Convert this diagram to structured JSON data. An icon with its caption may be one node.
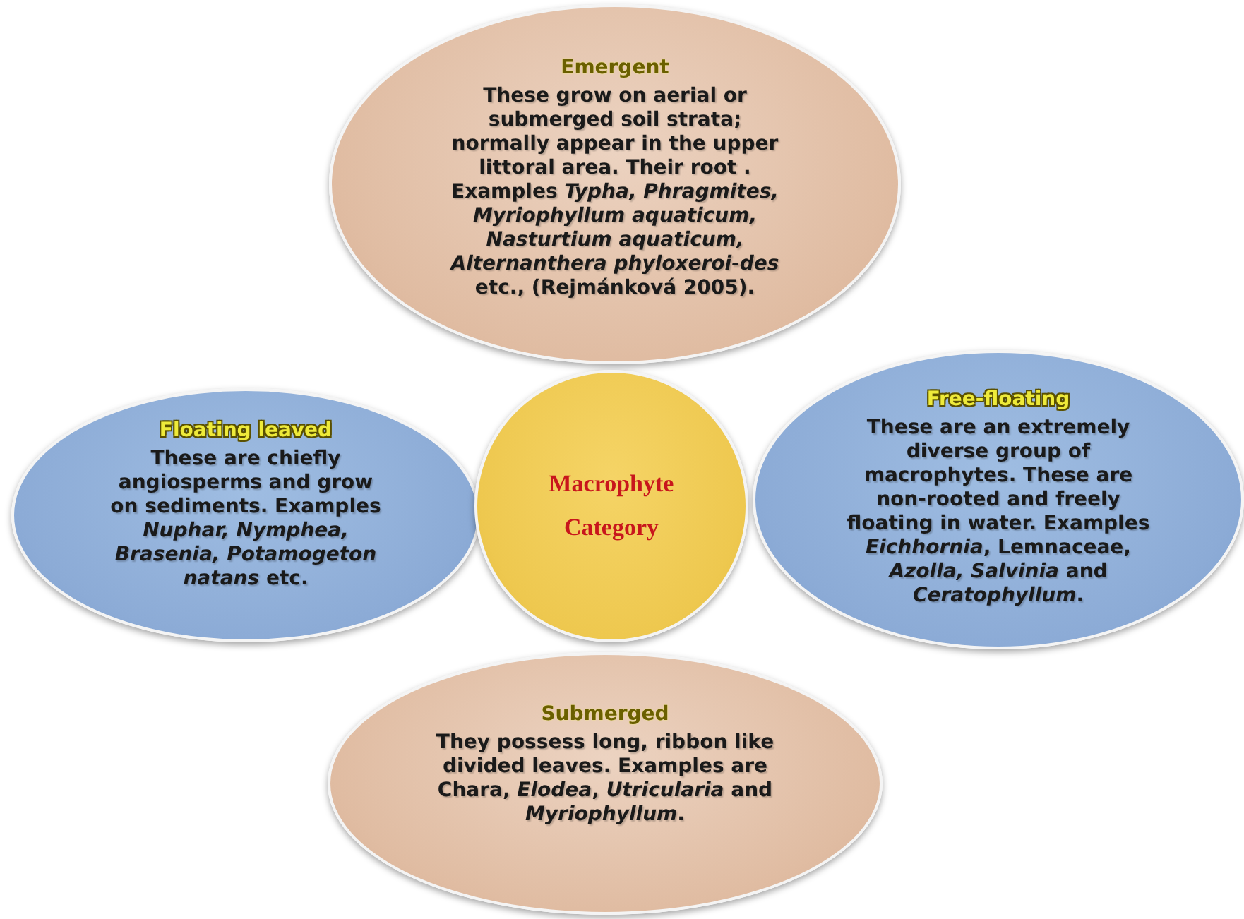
{
  "diagram": {
    "nodes": [
      {
        "text": [
          "Emergent",
          "These grow on aerial or submerged soil strata; normally appear in the upper littoral area. Their root . Examples *Typha, Phragmites, Myriophyllum aquaticum, Nasturtium aquaticum, Alternanthera phyloxeroi-des* etc., (Rejmánková 2005)."
        ]
      },
      {
        "text": [
          "Floating leaved",
          "These are chiefly angiosperms and grow on sediments. Examples *Nuphar, Nymphea, Brasenia, Potamogeton natans* etc."
        ]
      },
      {
        "text": [
          "Macrophyte Category"
        ]
      },
      {
        "text": [
          "Free-floating",
          "These are an extremely diverse group of macrophytes. These are non-rooted and freely floating in water. Examples *Eichhornia*, Lemnaceae, *Azolla, Salvinia* and *Ceratophyllum*."
        ]
      },
      {
        "text": [
          "Submerged",
          "They possess long, ribbon like divided leaves. Examples are Chara, *Elodea*, *Utricularia* and *Myriophyllum*."
        ]
      }
    ]
  }
}
